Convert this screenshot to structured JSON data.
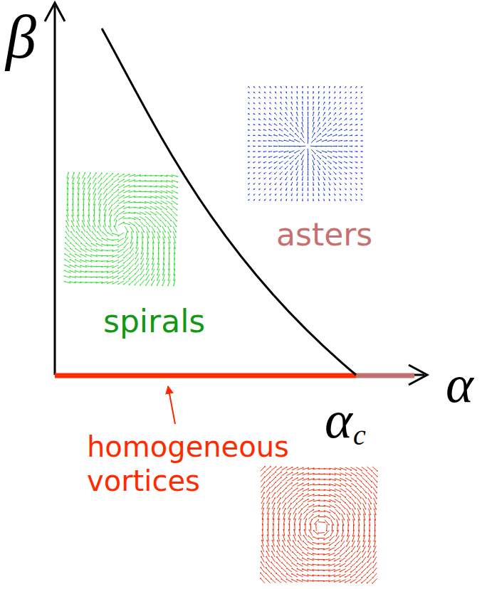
{
  "diagram": {
    "labels": [
      "β",
      "spirals",
      "asters",
      "α",
      "α",
      "c",
      "homogeneous vortices"
    ]
  }
}
